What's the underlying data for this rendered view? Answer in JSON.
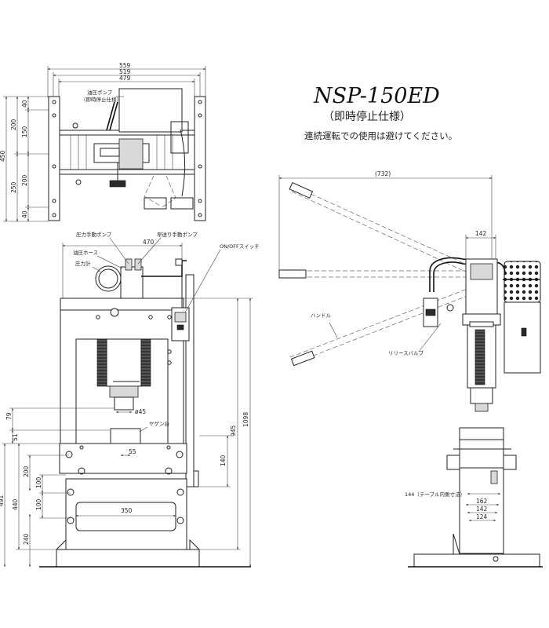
{
  "title": {
    "model": "NSP-150ED",
    "subtitle": "（即時停止仕様）",
    "note": "連続運転での使用は避けてください。"
  },
  "top_view": {
    "dims": {
      "w559": "559",
      "w519": "519",
      "w479": "479",
      "h450": "450",
      "h200": "200",
      "h250": "250",
      "s40a": "40",
      "s150": "150",
      "s200": "200",
      "s40b": "40"
    },
    "labels": {
      "pump": "油圧ポンプ",
      "pump_note": "（即時停止仕様）"
    }
  },
  "front_view": {
    "dims": {
      "w470": "470",
      "h1098": "1098",
      "h945": "945",
      "d79": "79",
      "d51": "51",
      "h491": "491",
      "h440": "440",
      "h240": "240",
      "h200": "200",
      "h100a": "100",
      "h100b": "100",
      "h140": "140",
      "w350": "350",
      "w55": "55",
      "phi45": "ø45"
    },
    "labels": {
      "pressure_pump": "圧力手動ポンプ",
      "fast_pump": "早送り手動ポンプ",
      "hose": "油圧ホース",
      "gauge": "圧力計",
      "switch": "ON/OFFスイッチ",
      "yagen": "ヤゲン台"
    }
  },
  "side_view": {
    "dims": {
      "w732": "(732)",
      "w142": "142",
      "t162": "162",
      "t142": "142",
      "t124": "124"
    },
    "labels": {
      "handle": "ハンドル",
      "release": "リリースバルブ",
      "table": "144（テーブル内側寸法）"
    }
  }
}
